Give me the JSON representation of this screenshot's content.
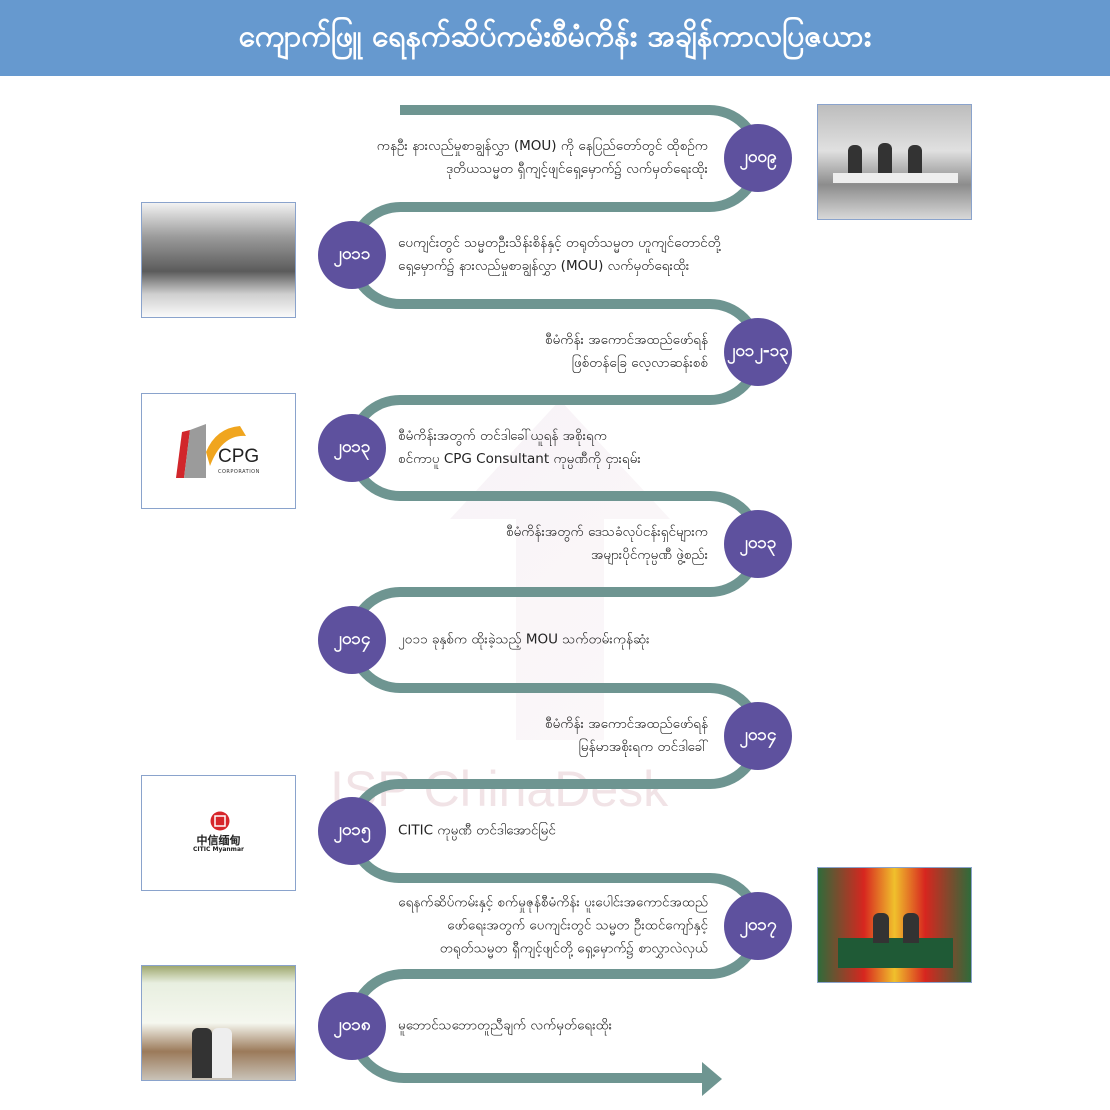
{
  "header": {
    "title": "ကျောက်ဖြူ ရေနက်ဆိပ်ကမ်းစီမံကိန်း အချိန်ကာလပြဇယား"
  },
  "watermark": "ISP ChinaDesk",
  "colors": {
    "header": "#6699cf",
    "circle": "#5e519e",
    "track": "#6e9591"
  },
  "timeline": [
    {
      "year": "၂၀၀၉",
      "side": "right",
      "lines": [
        "ကနဦး နားလည်မှုစာချွန်လွှာ (MOU) ကို နေပြည်တော်တွင် ထိုစဉ်က",
        "ဒုတိယသမ္မတ ရှီကျင့်ဖျင်ရှေ့မှောက်၌ လက်မှတ်ရေးထိုး"
      ]
    },
    {
      "year": "၂၀၁၁",
      "side": "left",
      "lines": [
        "ပေကျင်းတွင် သမ္မတဦးသိန်းစိန်နှင့် တရုတ်သမ္မတ ဟူကျင်တောင်တို့",
        "ရှေ့မှောက်၌ နားလည်မှုစာချွန်လွှာ (MOU) လက်မှတ်ရေးထိုး"
      ]
    },
    {
      "year": "၂၀၁၂-၁၃",
      "side": "right",
      "lines": [
        "စီမံကိန်း အကောင်အထည်ဖော်ရန်",
        "ဖြစ်တန်ခြေ လေ့လာဆန်းစစ်"
      ]
    },
    {
      "year": "၂၀၁၃",
      "side": "left",
      "lines": [
        "စီမံကိန်းအတွက် တင်ဒါခေါ်ယူရန် အစိုးရက",
        "စင်ကာပူ CPG Consultant ကုမ္ပဏီကို ငှားရမ်း"
      ]
    },
    {
      "year": "၂၀၁၃",
      "side": "right",
      "lines": [
        "စီမံကိန်းအတွက် ဒေသခံလုပ်ငန်းရှင်များက",
        "အများပိုင်ကုမ္ပဏီ ဖွဲ့စည်း"
      ]
    },
    {
      "year": "၂၀၁၄",
      "side": "left",
      "lines": [
        "၂၀၁၁ ခုနှစ်က ထိုးခဲ့သည့် MOU သက်တမ်းကုန်ဆုံး"
      ]
    },
    {
      "year": "၂၀၁၄",
      "side": "right",
      "lines": [
        "စီမံကိန်း အကောင်အထည်ဖော်ရန်",
        "မြန်မာအစိုးရက တင်ဒါခေါ်"
      ]
    },
    {
      "year": "၂၀၁၅",
      "side": "left",
      "lines": [
        "CITIC ကုမ္ပဏီ တင်ဒါအောင်မြင်"
      ]
    },
    {
      "year": "၂၀၁၇",
      "side": "right",
      "lines": [
        "ရေနက်ဆိပ်ကမ်းနှင့် စက်မှုဇုန်စီမံကိန်း ပူးပေါင်းအကောင်အထည်",
        "ဖော်ရေးအတွက် ပေကျင်းတွင် သမ္မတ ဦးထင်ကျော်နှင့်",
        "တရုတ်သမ္မတ ရှီကျင့်ဖျင်တို့ ရှေ့မှောက်၌ စာလွှာလဲလှယ်"
      ]
    },
    {
      "year": "၂၀၁၈",
      "side": "left",
      "lines": [
        "မူဘောင်သဘောတူညီချက် လက်မှတ်ရေးထိုး"
      ]
    }
  ],
  "logos": {
    "cpg": {
      "name": "CPG",
      "sub": "CORPORATION"
    },
    "citic": {
      "cn": "中信缅甸",
      "en": "CITIC Myanmar"
    }
  }
}
